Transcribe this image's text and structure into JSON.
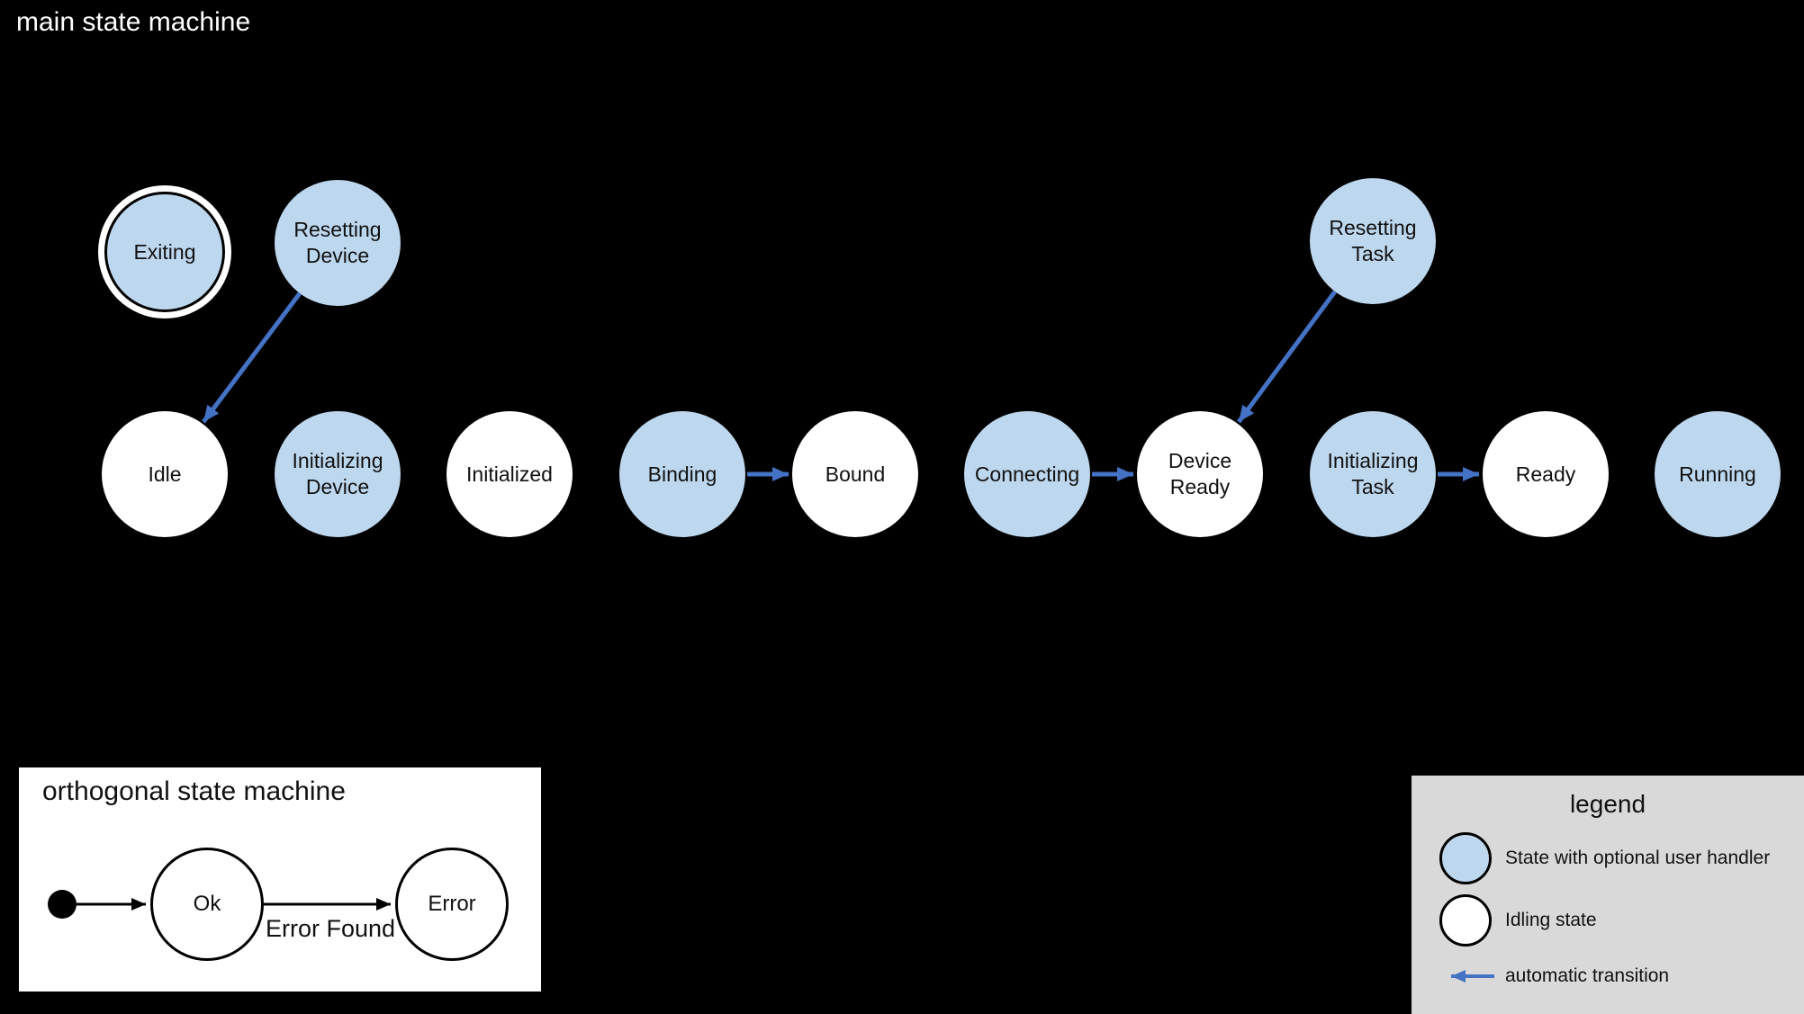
{
  "colors": {
    "background": "#000000",
    "handler_state_fill": "#bdd7ee",
    "idling_state_fill": "#ffffff",
    "transition_arrow": "#4472c4",
    "panel_background": "#ffffff",
    "legend_background": "#d9d9d9",
    "text_dark": "#111111",
    "text_light": "#ffffff"
  },
  "main_machine": {
    "title": "main state machine",
    "states": [
      {
        "label": "Exiting",
        "kind": "handler-final"
      },
      {
        "label": "Resetting Device",
        "kind": "handler"
      },
      {
        "label": "Resetting Task",
        "kind": "handler"
      },
      {
        "label": "Idle",
        "kind": "idling"
      },
      {
        "label": "Initializing Device",
        "kind": "handler"
      },
      {
        "label": "Initialized",
        "kind": "idling"
      },
      {
        "label": "Binding",
        "kind": "handler"
      },
      {
        "label": "Bound",
        "kind": "idling"
      },
      {
        "label": "Connecting",
        "kind": "handler"
      },
      {
        "label": "Device Ready",
        "kind": "idling"
      },
      {
        "label": "Initializing Task",
        "kind": "handler"
      },
      {
        "label": "Ready",
        "kind": "idling"
      },
      {
        "label": "Running",
        "kind": "handler"
      }
    ],
    "transitions": [
      {
        "from": "Resetting Device",
        "to": "Idle"
      },
      {
        "from": "Binding",
        "to": "Bound"
      },
      {
        "from": "Connecting",
        "to": "Device Ready"
      },
      {
        "from": "Resetting Task",
        "to": "Device Ready"
      },
      {
        "from": "Initializing Task",
        "to": "Ready"
      }
    ]
  },
  "orthogonal_machine": {
    "title": "orthogonal state machine",
    "states": [
      {
        "label": "Ok"
      },
      {
        "label": "Error"
      }
    ],
    "transitions": [
      {
        "from": "initial",
        "to": "Ok",
        "label": ""
      },
      {
        "from": "Ok",
        "to": "Error",
        "label": "Error Found"
      }
    ]
  },
  "legend": {
    "title": "legend",
    "items": [
      {
        "swatch": "handler-state",
        "label": "State with optional user handler"
      },
      {
        "swatch": "idling-state",
        "label": "Idling state"
      },
      {
        "swatch": "automatic-transition-arrow",
        "label": "automatic transition"
      }
    ]
  }
}
